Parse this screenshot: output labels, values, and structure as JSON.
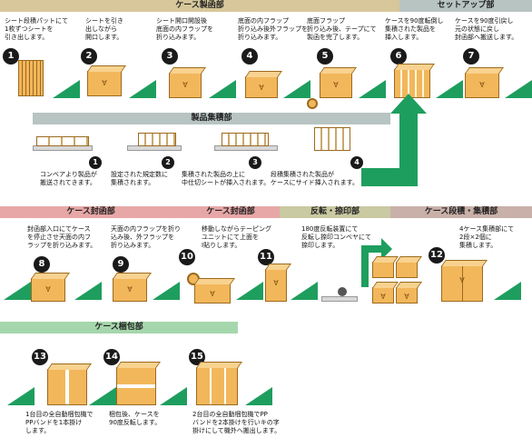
{
  "sections": {
    "case_forming": "ケース製函部",
    "setup": "セットアップ部",
    "product_collection": "製品集積部",
    "case_sealing_a": "ケース封函部",
    "case_sealing_b": "ケース封函部",
    "flip_print": "反転・捺印部",
    "case_stacking": "ケース段積・集積部",
    "case_strapping": "ケース梱包部"
  },
  "top_steps": [
    {
      "n": "1",
      "text": "シート段積パットにて\n1枚ずつシートを\n引き出します。"
    },
    {
      "n": "2",
      "text": "シートを引き\n出しながら\n開口します。"
    },
    {
      "n": "3",
      "text": "シート開口開設後\n底面の内フラップを\n折り込みます。"
    },
    {
      "n": "4",
      "text": "底面の内フラップ\n折り込み後外フラップを\n折り込みます。"
    },
    {
      "n": "5",
      "text": "底面フラップ\n折り込み後、テープにて\n製函を完了します。"
    },
    {
      "n": "6",
      "text": "ケースを90度転倒し\n集積された製品を\n挿入します。"
    },
    {
      "n": "7",
      "text": "ケースを90度引戻し\n元の状態に戻し\n封函部へ搬送します。"
    }
  ],
  "collection_steps": [
    {
      "n": "1",
      "text": "コンベアより製品が\n搬送されてきます。"
    },
    {
      "n": "2",
      "text": "設定された規定数に\n集積されます。"
    },
    {
      "n": "3",
      "text": "集積された製品の上に\n中仕切シートが挿入されます。"
    },
    {
      "n": "4",
      "text": "段積集積された製品が\nケースにサイド挿入されます。"
    }
  ],
  "seal_steps": [
    {
      "n": "8",
      "text": "封函部入口にてケース\nを停止させ天面の内フ\nラップを折り込みます。"
    },
    {
      "n": "9",
      "text": "天面の内フラップを折り\n込み後、外フラップを\n折り込みます。"
    },
    {
      "n": "10",
      "text": "移動しながらテーピング\nユニットにて上面を\nI貼りします。"
    },
    {
      "n": "11",
      "text": "180度反転装置にて\n反転し捺印コンベヤにて\n捺印します。"
    },
    {
      "n": "12",
      "text": "4ケース集積部にて\n2段×2個に\n集積します。"
    }
  ],
  "strap_steps": [
    {
      "n": "13",
      "text": "1台目の全自動梱包機で\nPPバンドを1本掛け\nします。"
    },
    {
      "n": "14",
      "text": "梱包後、ケースを\n90度反転します。"
    },
    {
      "n": "15",
      "text": "2台目の全自動梱包機でPP\nバンドを2本掛けを行いキの字\n掛けにして機外へ搬出します。"
    }
  ],
  "box_label": "∀",
  "colors": {
    "band_tan": "#d7c79a",
    "band_gray": "#b7c4c2",
    "band_pink": "#e8a7a7",
    "band_green": "#a6d7ac",
    "band_olive": "#c9c9a2",
    "box": "#f2b75a",
    "arrow": "#1e9e5e"
  }
}
